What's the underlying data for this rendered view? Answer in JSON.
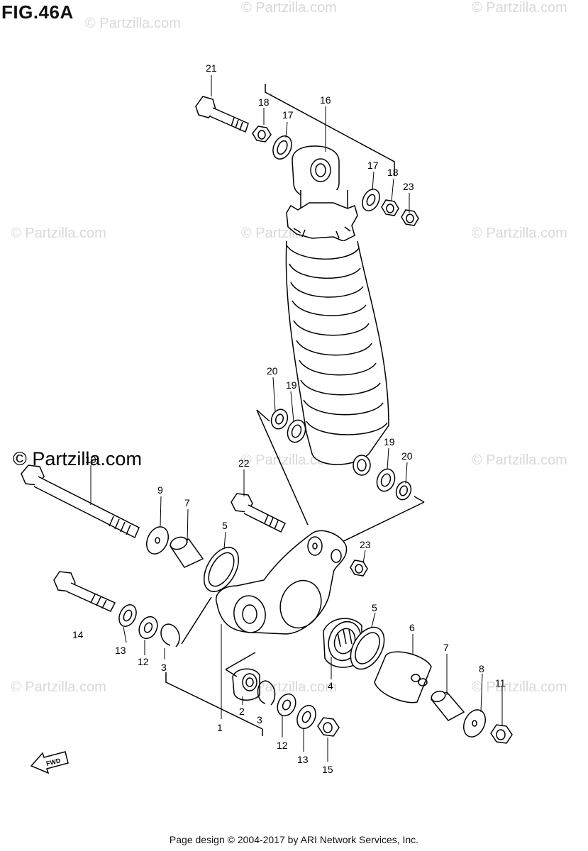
{
  "figure": {
    "title": "FIG.46A"
  },
  "watermark": {
    "text": "© Partzilla.com"
  },
  "footer": {
    "text": "Page design © 2004-2017 by ARI Network Services, Inc."
  },
  "fwd_label": "FWD",
  "callouts": {
    "c1": "1",
    "c2": "2",
    "c3a": "3",
    "c3b": "3",
    "c4": "4",
    "c5a": "5",
    "c5b": "5",
    "c6": "6",
    "c7a": "7",
    "c7b": "7",
    "c8": "8",
    "c9": "9",
    "c10": "10",
    "c11": "11",
    "c12a": "12",
    "c12b": "12",
    "c13a": "13",
    "c13b": "13",
    "c14": "14",
    "c15": "15",
    "c16": "16",
    "c17a": "17",
    "c17b": "17",
    "c18a": "18",
    "c18b": "18",
    "c19a": "19",
    "c19b": "19",
    "c20a": "20",
    "c20b": "20",
    "c21": "21",
    "c22": "22",
    "c23a": "23",
    "c23b": "23"
  }
}
